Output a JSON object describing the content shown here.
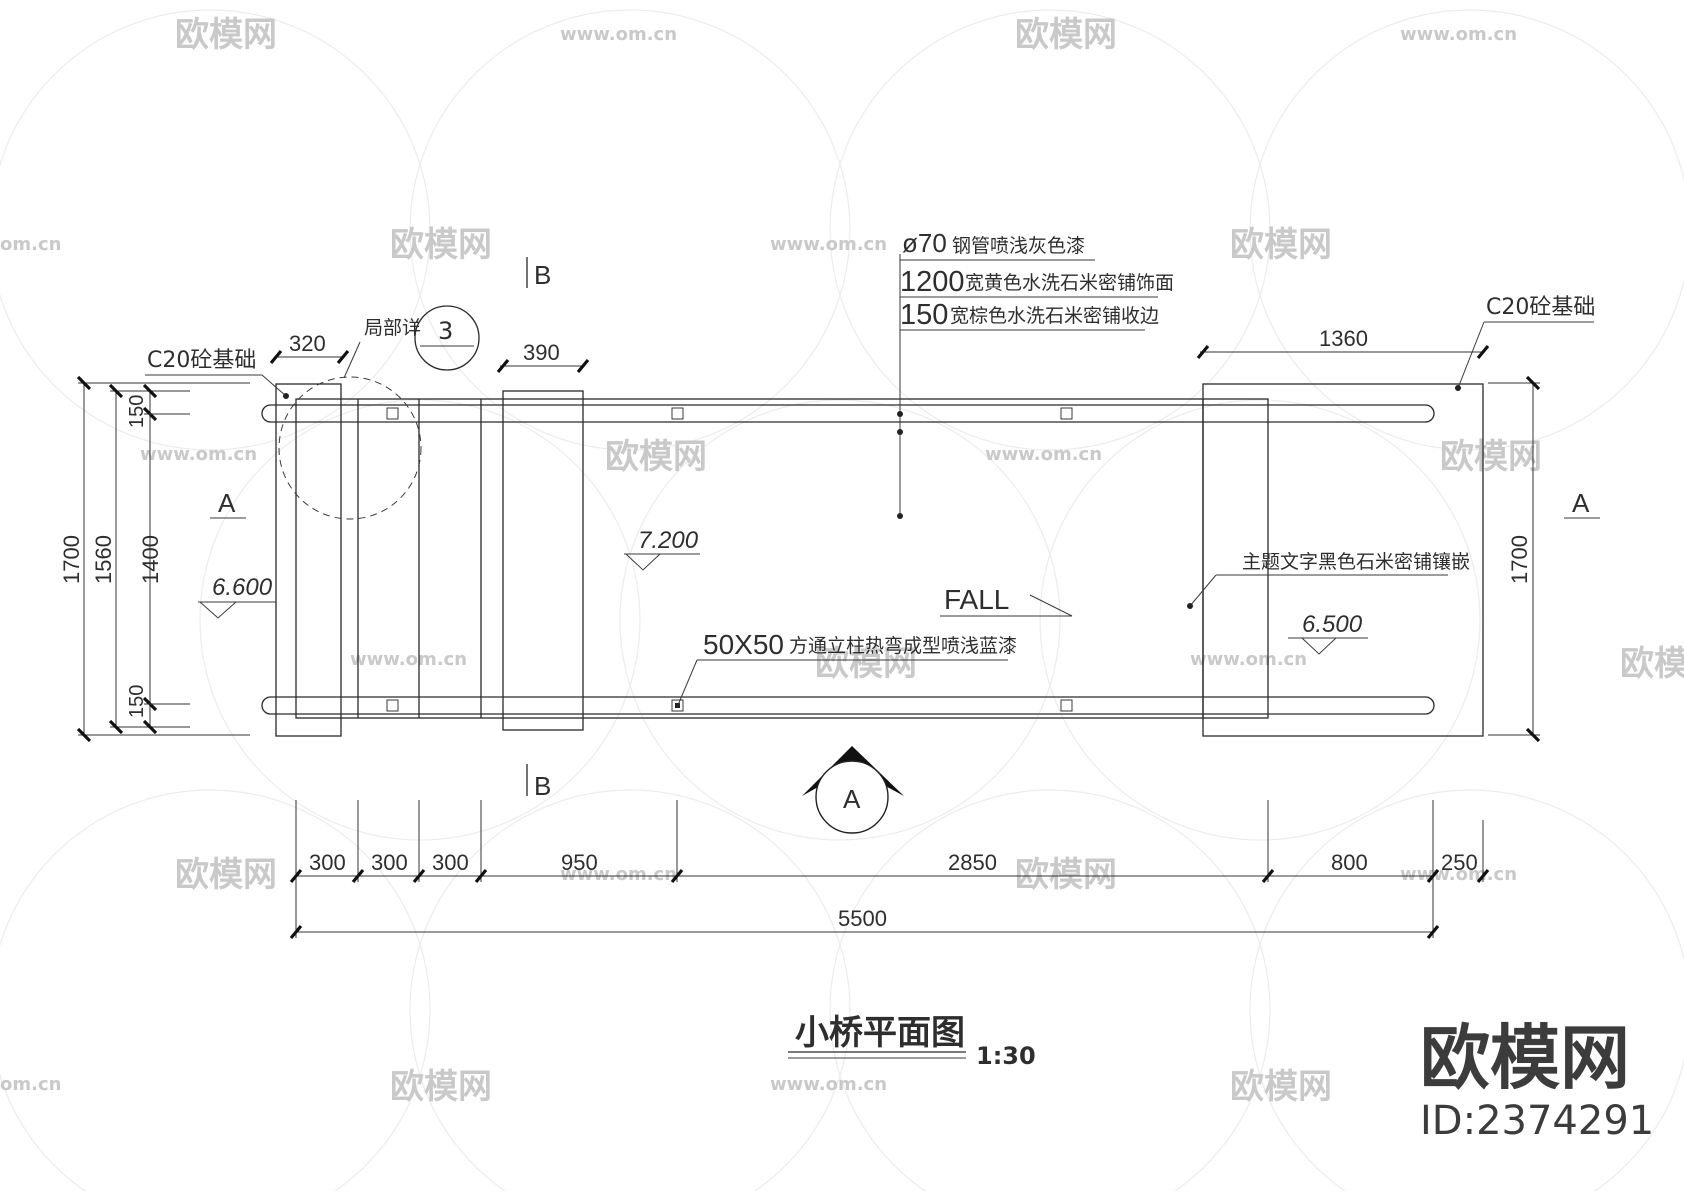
{
  "watermark": {
    "brand": "欧模网",
    "url": "www.om.cn",
    "url_short": "om.cn"
  },
  "title": "小桥平面图",
  "scale": "1:30",
  "logo": {
    "brand": "欧模网",
    "id": "ID:2374291"
  },
  "section_marks": {
    "a_left": "A",
    "a_right": "A",
    "b_top": "B",
    "b_bottom": "B",
    "a_circle": "A"
  },
  "detail_ref": {
    "label": "局部详",
    "number": "3"
  },
  "callouts": {
    "foundation_left": "C20砼基础",
    "foundation_right": "C20砼基础",
    "pipe_dia": "ø70",
    "pipe_note": "钢管喷浅灰色漆",
    "width_1200": "1200",
    "width_1200_note": "宽黄色水洗石米密铺饰面",
    "width_150": "150",
    "width_150_note": "宽棕色水洗石米密铺收边",
    "text_inlay": "主题文字黑色石米密铺镶嵌",
    "post_size": "50X50",
    "post_note": "方通立柱热弯成型喷浅蓝漆",
    "fall": "FALL"
  },
  "elevations": {
    "left": "6.600",
    "middle": "7.200",
    "right": "6.500"
  },
  "dims": {
    "top_320": "320",
    "top_390": "390",
    "top_1360": "1360",
    "left_1700": "1700",
    "left_1560": "1560",
    "left_1400": "1400",
    "left_150_top": "150",
    "left_150_bottom": "150",
    "right_1700": "1700",
    "bottom_chain": [
      "300",
      "300",
      "300",
      "950",
      "2850",
      "800",
      "250"
    ],
    "bottom_total": "5500"
  }
}
